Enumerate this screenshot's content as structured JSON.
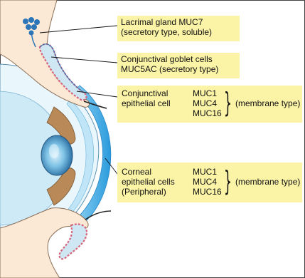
{
  "labels": {
    "lacrimal": {
      "line1": "Lacrimal gland MUC7",
      "line2": "(secretory type, soluble)"
    },
    "goblet": {
      "line1": "Conjunctival goblet cells",
      "line2": "MUC5AC (secretory type)"
    },
    "conjunctival_epithelial": {
      "name_line1": "Conjunctival",
      "name_line2": "epithelial cell",
      "mucins": [
        "MUC1",
        "MUC4",
        "MUC16"
      ],
      "type": "(membrane type)"
    },
    "corneal_epithelial": {
      "name_line1": "Corneal",
      "name_line2": "epithelial cells",
      "name_line3": "(Peripheral)",
      "mucins": [
        "MUC1",
        "MUC4",
        "MUC16"
      ],
      "type": "(membrane type)"
    }
  },
  "colors": {
    "label_background": "#fbf3a6",
    "eyelid_skin": "#fbe9d6",
    "iris_brown": "#b98a57",
    "cornea_blue": "#7ac5ec",
    "tear_film_blue": "#3aa3df",
    "lacrimal_gland": "#2b76b8",
    "goblet_stripe": "#d6667b"
  }
}
